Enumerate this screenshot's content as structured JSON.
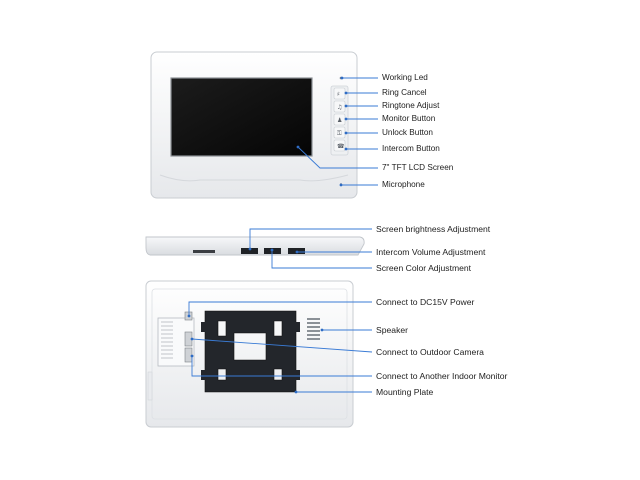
{
  "front_view": {
    "labels": [
      "Working Led",
      "Ring Cancel",
      "Ringtone Adjust",
      "Monitor Button",
      "Unlock Button",
      "Intercom Button",
      "7\" TFT LCD Screen",
      "Microphone"
    ],
    "button_icons": [
      "bell-off-icon",
      "music-note-icon",
      "person-icon",
      "key-icon",
      "phone-icon"
    ]
  },
  "side_view": {
    "labels": [
      "Screen brightness Adjustment",
      "Intercom Volume Adjustment",
      "Screen Color Adjustment"
    ]
  },
  "back_view": {
    "labels": [
      "Connect to DC15V Power",
      "Speaker",
      "Connect to Outdoor Camera",
      "Connect to Another Indoor Monitor",
      "Mounting Plate"
    ]
  },
  "colors": {
    "callout_line": "#3a7bd5",
    "callout_dot": "#2f6cc4",
    "device_body": "#f4f5f7",
    "screen": "#101010",
    "mount_plate": "#222428"
  }
}
